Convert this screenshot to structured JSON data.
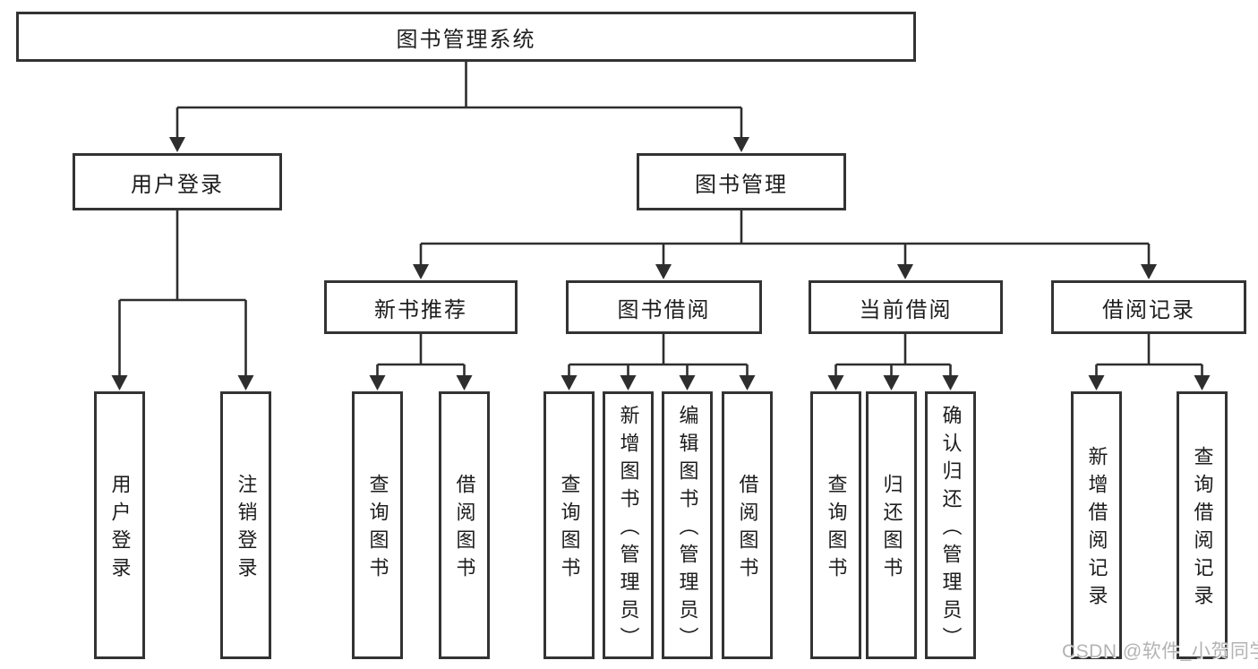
{
  "diagram": {
    "root": {
      "label": "图书管理系统"
    },
    "level2": [
      {
        "id": "user-login",
        "label": "用户登录"
      },
      {
        "id": "book-management",
        "label": "图书管理"
      }
    ],
    "level3": [
      {
        "id": "new-book-recommend",
        "label": "新书推荐"
      },
      {
        "id": "book-borrowing",
        "label": "图书借阅"
      },
      {
        "id": "current-borrowing",
        "label": "当前借阅"
      },
      {
        "id": "borrowing-records",
        "label": "借阅记录"
      }
    ],
    "leaves": {
      "login": [
        {
          "label": "用户登录"
        },
        {
          "label": "注销登录"
        }
      ],
      "newbook": [
        {
          "label": "查询图书"
        },
        {
          "label": "借阅图书"
        }
      ],
      "borrow": [
        {
          "label": "查询图书"
        },
        {
          "label": "新增图书（管理员）"
        },
        {
          "label": "编辑图书（管理员）"
        },
        {
          "label": "借阅图书"
        }
      ],
      "current": [
        {
          "label": "查询图书"
        },
        {
          "label": "归还图书"
        },
        {
          "label": "确认归还（管理员）"
        }
      ],
      "records": [
        {
          "label": "新增借阅记录"
        },
        {
          "label": "查询借阅记录"
        }
      ]
    }
  },
  "watermark": {
    "text": "CSDN @软件_小贺同学",
    "color": "#b3b3b3"
  },
  "colors": {
    "line": "#2e2e2e",
    "box_border": "#333333",
    "text": "#1d1d1d",
    "background": "#ffffff"
  }
}
